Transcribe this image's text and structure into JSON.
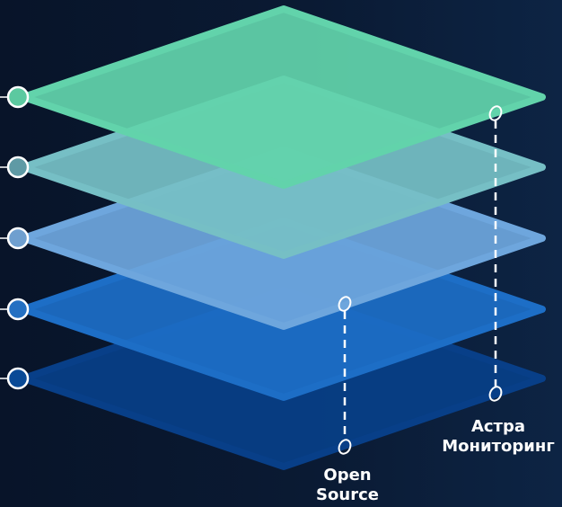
{
  "diagram": {
    "layers": [
      {
        "color": "#083f88",
        "marker_color": "#0a4a96"
      },
      {
        "color": "#1d6ec6",
        "marker_color": "#2470c2"
      },
      {
        "color": "#6ea6dd",
        "marker_color": "#6f9fcf"
      },
      {
        "color": "#76bfc5",
        "marker_color": "#5f9aa5"
      },
      {
        "color": "#62d3ab",
        "marker_color": "#5cc9a0"
      }
    ],
    "callouts": {
      "astra": {
        "line1": "Астра",
        "line2": "Мониторинг"
      },
      "opensource": {
        "line1": "Open",
        "line2": "Source"
      }
    },
    "colors": {
      "background": "#0a1a33",
      "connector": "#ffffff"
    }
  }
}
